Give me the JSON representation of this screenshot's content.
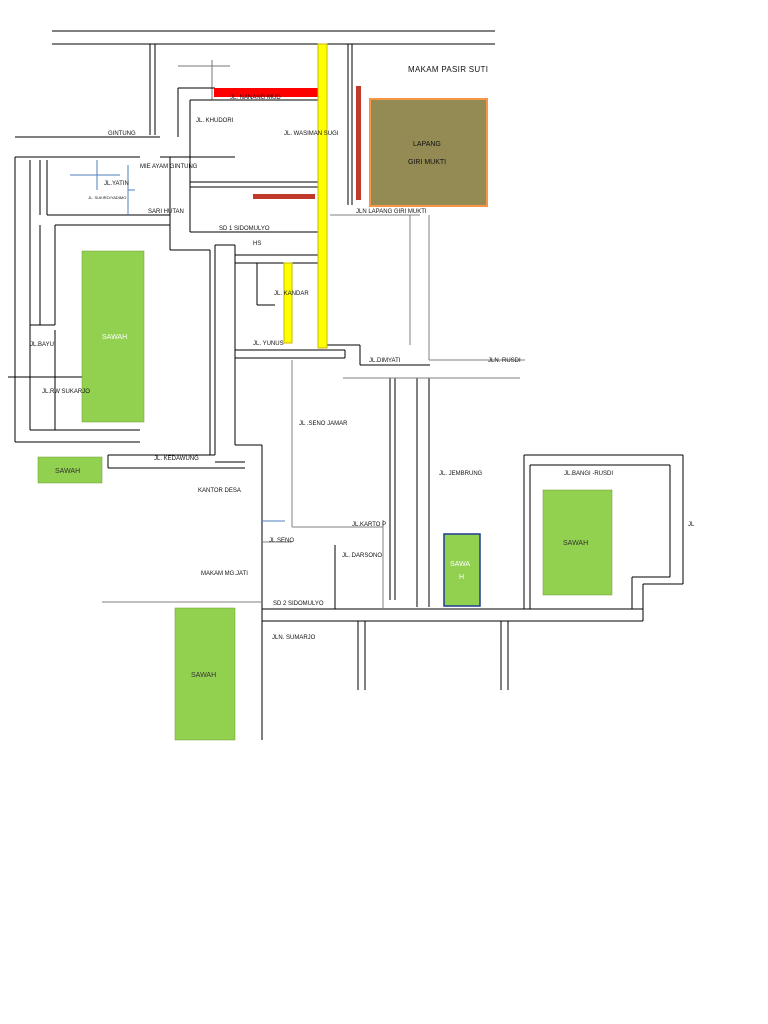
{
  "colors": {
    "road": "#000000",
    "road_thin": "#808080",
    "field": "#92d050",
    "field_border": "#6a9e2e",
    "lapang_fill": "#948a54",
    "lapang_border": "#f79646",
    "highlight_red": "#ff0000",
    "highlight_darkred": "#c0392b",
    "highlight_yellow": "#ffff00",
    "highlight_yellow_border": "#c9b800",
    "minor_blue": "#4f81bd",
    "sawah_h_border": "#1f3a93"
  },
  "labels": {
    "makam_pasir_suti": "MAKAM PASIR SUTI",
    "jl_nanang_mud": "JL. NANANG MUD",
    "jl_khudori": "JL. KHUDORI",
    "gintung": "GINTUNG",
    "jl_wasiman_sugi": "JL. WASIMAN SUGI",
    "lapang_line1": "LAPANG",
    "lapang_line2": "GIRI MUKTI",
    "mie_ayam_gintung": "MIE AYAM GINTUNG",
    "jl_yatin": "JL.YATIN",
    "jl_small": "JL. SUKIRO/YADIMO",
    "sari_hutan": "SARI HUTAN",
    "jln_lapang_giri_mukti": "JLN LAPANG GIRI MUKTI",
    "sd1_sidomulyo": "SD 1 SIDOMULYO",
    "hs": "HS",
    "jl_kandar": "JL. KANDAR",
    "jl_yunus": "JL. YUNUS",
    "jl_dimyati": "JL.DIMYATI",
    "jln_rusdi": "JLN. RUSDI",
    "jl_bayu": "JL.BAYU",
    "jl_rw_sukarjo": "JL.RW SUKARJO",
    "jl_seno_jamar": "JL .SENO JAMAR",
    "jl_kedawung": "JL. KEDAWUNG",
    "kantor_desa": "KANTOR DESA",
    "jl_jembrung": "JL. JEMBRUNG",
    "jl_bangi_rusdi": "JL.BANGI -RUSDI",
    "jl_right": "JL",
    "jl_karto_p": "JL.KARTO P",
    "jl_seno": "JL.SENO",
    "jl_darsono": "JL. DARSONO",
    "makam_mgjati": "MAKAM MG.JATI",
    "sd2_sidomulyo": "SD 2 SIDOMULYO",
    "jln_sumarjo": "JLN. SUMARJO"
  },
  "fields": {
    "sawah_left": "SAWAH",
    "sawah_small": "SAWAH",
    "sawah_right": "SAWAH",
    "sawah_bottom": "SAWAH",
    "sawah_h_line1": "SAWA",
    "sawah_h_line2": "H"
  }
}
